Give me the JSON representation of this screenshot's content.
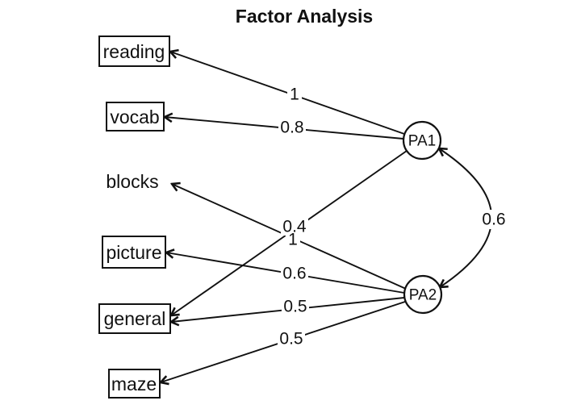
{
  "title": "Factor Analysis",
  "diagram": {
    "type": "factor-analysis-path-diagram",
    "factors": [
      {
        "id": "PA1",
        "label": "PA1"
      },
      {
        "id": "PA2",
        "label": "PA2"
      }
    ],
    "variables": [
      {
        "label": "reading",
        "boxed": true
      },
      {
        "label": "vocab",
        "boxed": true
      },
      {
        "label": "blocks",
        "boxed": false
      },
      {
        "label": "picture",
        "boxed": true
      },
      {
        "label": "general",
        "boxed": true
      },
      {
        "label": "maze",
        "boxed": true
      }
    ],
    "loadings": [
      {
        "from": "PA1",
        "to": "reading",
        "value": "1"
      },
      {
        "from": "PA1",
        "to": "vocab",
        "value": "0.8"
      },
      {
        "from": "PA1",
        "to": "general",
        "value": "0.4"
      },
      {
        "from": "PA2",
        "to": "blocks",
        "value": "1"
      },
      {
        "from": "PA2",
        "to": "picture",
        "value": "0.6"
      },
      {
        "from": "PA2",
        "to": "general",
        "value": "0.5"
      },
      {
        "from": "PA2",
        "to": "maze",
        "value": "0.5"
      }
    ],
    "correlations": [
      {
        "between": [
          "PA1",
          "PA2"
        ],
        "value": "0.6"
      }
    ]
  },
  "colors": {
    "ink": "#111111",
    "background": "#ffffff"
  }
}
